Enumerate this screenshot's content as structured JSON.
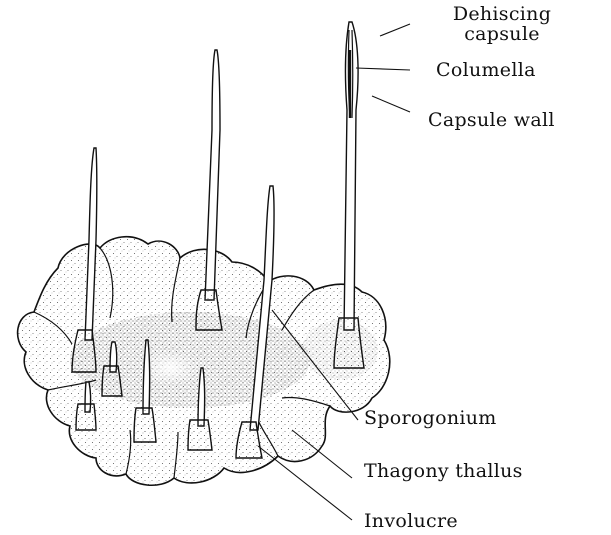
{
  "labels": {
    "dehiscing_line1": "Dehiscing",
    "dehiscing_line2": "capsule",
    "columella": "Columella",
    "capsule_wall": "Capsule wall",
    "sporogonium": "Sporogonium",
    "thallus": "Thagony thallus",
    "involucre": "Involucre"
  },
  "colors": {
    "ink": "#111111",
    "stipple": "#555555",
    "background": "#ffffff"
  }
}
